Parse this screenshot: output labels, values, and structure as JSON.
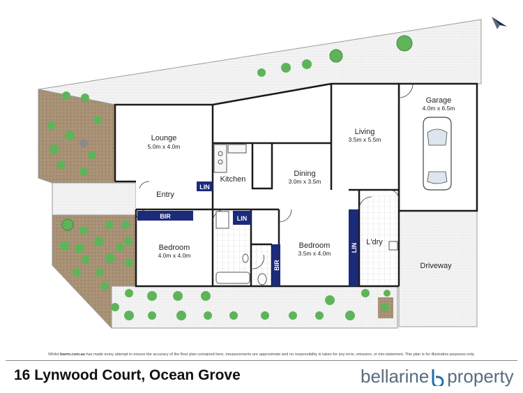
{
  "rooms": {
    "lounge": {
      "name": "Lounge",
      "dims": "5.0m x 4.0m"
    },
    "entry": {
      "name": "Entry"
    },
    "kitchen": {
      "name": "Kitchen"
    },
    "dining": {
      "name": "Dining",
      "dims": "3.0m x 3.5m"
    },
    "living": {
      "name": "Living",
      "dims": "3.5m x 5.5m"
    },
    "garage": {
      "name": "Garage",
      "dims": "4.0m x 6.5m"
    },
    "bedroom1": {
      "name": "Bedroom",
      "dims": "4.0m x 4.0m"
    },
    "bedroom2": {
      "name": "Bedroom",
      "dims": "3.5m x 4.0m"
    },
    "laundry": {
      "name": "L'dry"
    },
    "driveway": {
      "name": "Driveway"
    }
  },
  "tags": {
    "lin_entry": "LIN",
    "lin_hall": "LIN",
    "lin_laundry": "LIN",
    "bir_bed1": "BIR",
    "bir_bed2": "BIR"
  },
  "footer": {
    "disclaimer_pre": "Whilst ",
    "disclaimer_site": "bwrm.com.au",
    "disclaimer_post": " has made every attempt to ensure the accuracy of the floor plan contained here, measurements are approximate and no responsibility is taken for any error, omission, or mis-statement. This plan is for illustrative purposes only.",
    "address": "16 Lynwood Court, Ocean Grove",
    "brand_left": "bellarine",
    "brand_right": "property"
  },
  "colors": {
    "wall": "#1a1a1a",
    "tag_fill": "#1c2a7a",
    "garden": "#a89175",
    "deck": "#ededed"
  },
  "icons": [
    "north-arrow-icon",
    "car-icon",
    "plant-icon"
  ]
}
